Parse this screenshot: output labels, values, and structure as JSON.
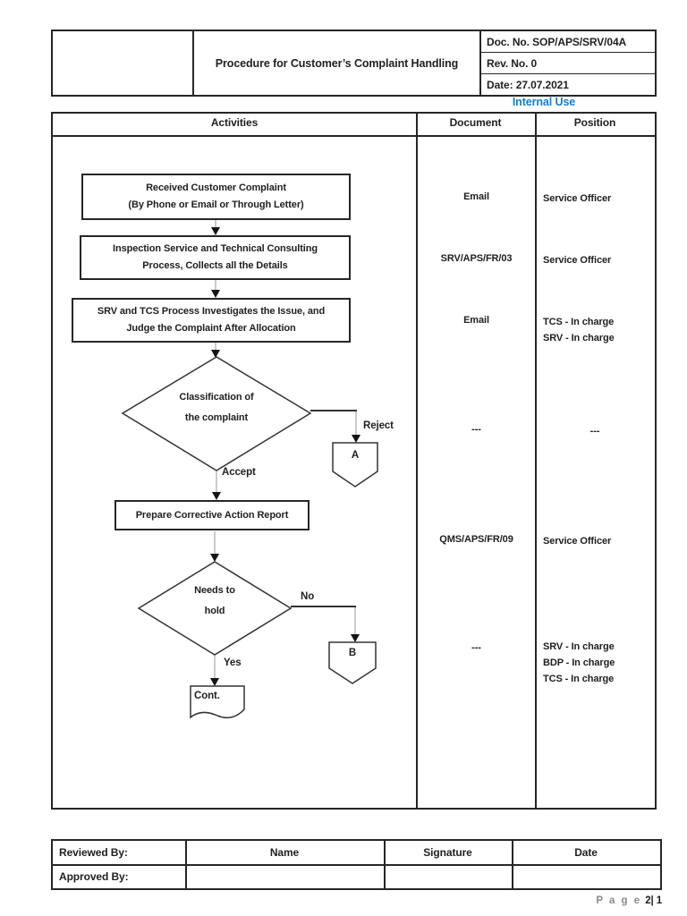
{
  "header": {
    "title": "Procedure for Customer’s Complaint Handling",
    "doc_no": "Doc. No. SOP/APS/SRV/04A",
    "rev_no": "Rev. No. 0",
    "date": "Date: 27.07.2021",
    "classification": "Internal Use"
  },
  "colors": {
    "classification_blue": "#0e7ed2",
    "border_black": "#262626"
  },
  "matrix": {
    "col_activities": "Activities",
    "col_document": "Document",
    "col_position": "Position",
    "rows": [
      {
        "document": "Email",
        "position_lines": [
          "Service Officer"
        ]
      },
      {
        "document": "SRV/APS/FR/03",
        "position_lines": [
          "Service Officer"
        ]
      },
      {
        "document": "Email",
        "position_lines": [
          "TCS - In charge",
          "SRV - In charge"
        ]
      },
      {
        "document": "---",
        "position_lines": [
          "---"
        ]
      },
      {
        "document": "QMS/APS/FR/09",
        "position_lines": [
          "Service Officer"
        ]
      },
      {
        "document": "---",
        "position_lines": [
          "SRV - In charge",
          "BDP - In charge",
          "TCS - In charge"
        ]
      }
    ]
  },
  "flowchart": {
    "step1_lines": [
      "Received Customer Complaint",
      "(By Phone or Email or Through Letter)"
    ],
    "step2_lines": [
      "Inspection Service and Technical Consulting",
      "Process, Collects all the Details"
    ],
    "step3_lines": [
      "SRV and TCS Process Investigates the Issue, and",
      "Judge the Complaint After Allocation"
    ],
    "decision1_lines": [
      "Classification of",
      "the complaint"
    ],
    "step4": "Prepare Corrective Action Report",
    "decision2_lines": [
      "Needs to",
      "hold"
    ],
    "label_reject": "Reject",
    "label_accept": "Accept",
    "label_no": "No",
    "label_yes": "Yes",
    "connector_a": "A",
    "connector_b": "B",
    "terminator": "Cont."
  },
  "signoff": {
    "row1_label": "Reviewed By:",
    "row2_label": "Approved By:",
    "col_name": "Name",
    "col_signature": "Signature",
    "col_date": "Date"
  },
  "footer": {
    "page_word": "P a g e",
    "page_num": "2| 1"
  }
}
